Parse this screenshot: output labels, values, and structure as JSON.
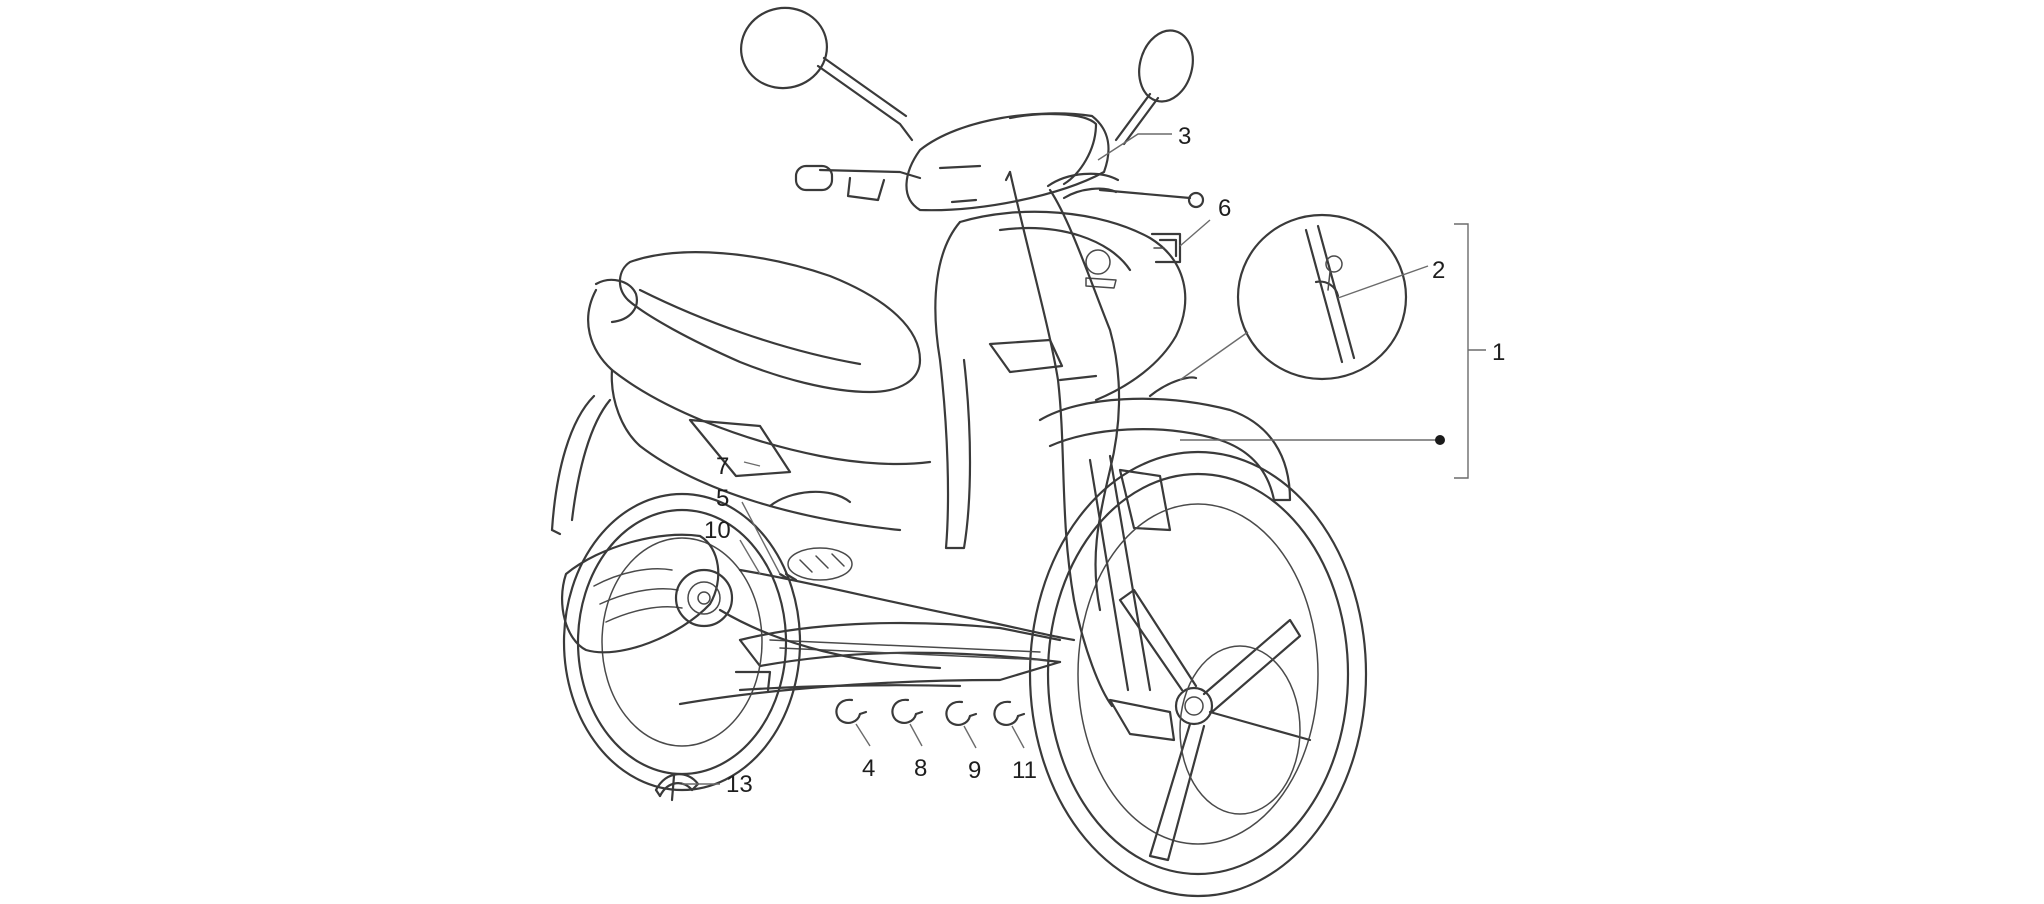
{
  "callouts": [
    {
      "id": "1",
      "label": "1"
    },
    {
      "id": "2",
      "label": "2"
    },
    {
      "id": "3",
      "label": "3"
    },
    {
      "id": "4",
      "label": "4"
    },
    {
      "id": "5",
      "label": "5"
    },
    {
      "id": "6",
      "label": "6"
    },
    {
      "id": "7",
      "label": "7"
    },
    {
      "id": "8",
      "label": "8"
    },
    {
      "id": "9",
      "label": "9"
    },
    {
      "id": "10",
      "label": "10"
    },
    {
      "id": "11",
      "label": "11"
    },
    {
      "id": "13",
      "label": "13"
    }
  ],
  "colors": {
    "line": "#3a3a3a",
    "text": "#1e1e1e",
    "background": "#ffffff"
  }
}
